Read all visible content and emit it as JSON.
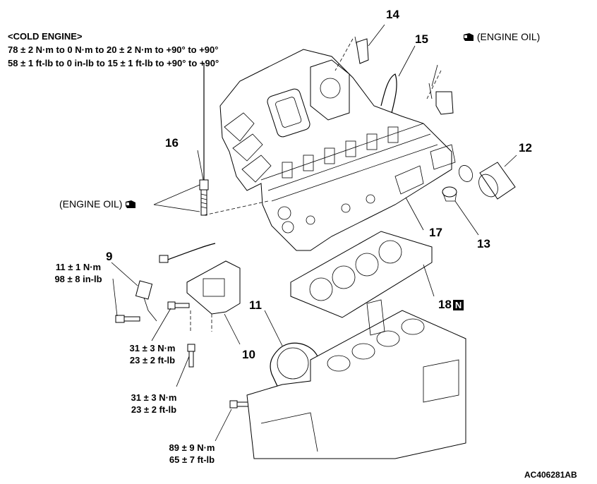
{
  "cold_engine": {
    "heading": "<COLD ENGINE>",
    "torque_nm": "78 ± 2 N·m to 0 N·m to 20 ± 2 N·m to +90° to +90°",
    "torque_ftlb": "58 ± 1 ft-lb to 0 in-lb to 15 ± 1 ft-lb to +90° to +90°"
  },
  "engine_oil_label": "(ENGINE OIL)",
  "parts": {
    "p9": "9",
    "p10": "10",
    "p11": "11",
    "p12": "12",
    "p13": "13",
    "p14": "14",
    "p15": "15",
    "p16": "16",
    "p17": "17",
    "p18": "18",
    "p18_badge": "N"
  },
  "torques": {
    "t1_nm": "11 ± 1 N·m",
    "t1_lb": "98 ± 8 in-lb",
    "t2_nm": "31 ± 3 N·m",
    "t2_lb": "23 ± 2 ft-lb",
    "t3_nm": "31 ± 3 N·m",
    "t3_lb": "23 ± 2 ft-lb",
    "t4_nm": "89 ± 9 N·m",
    "t4_lb": "65 ± 7 ft-lb"
  },
  "figure_code": "AC406281AB",
  "icons": [
    "engine-oil-icon",
    "engine-oil-icon"
  ]
}
